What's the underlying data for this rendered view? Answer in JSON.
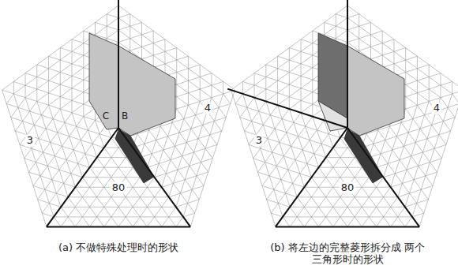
{
  "diagram": {
    "labels": [
      "3",
      "C",
      "B",
      "4",
      "80",
      "(a) 不做特殊处理时的形状",
      "3",
      "4",
      "80",
      "(b) 将左边的完整菱形拆分成 两个三角形时的形状"
    ]
  }
}
